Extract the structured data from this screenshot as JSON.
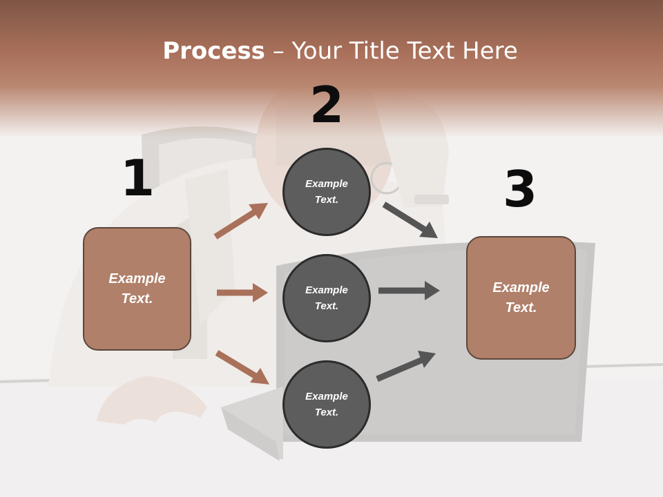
{
  "title": {
    "bold": "Process",
    "rest": " – Your Title Text Here"
  },
  "steps": {
    "one": "1",
    "two": "2",
    "three": "3"
  },
  "source_box": {
    "text": "Example\nText."
  },
  "circles": [
    {
      "text": "Example\nText."
    },
    {
      "text": "Example\nText."
    },
    {
      "text": "Example\nText."
    }
  ],
  "target_box": {
    "text": "Example\nText."
  },
  "colors": {
    "header": "#a9705a",
    "box_fill": "#b0806a",
    "circle_fill": "#5d5d5d",
    "arrow_brown": "#a9705a",
    "arrow_gray": "#555555"
  }
}
